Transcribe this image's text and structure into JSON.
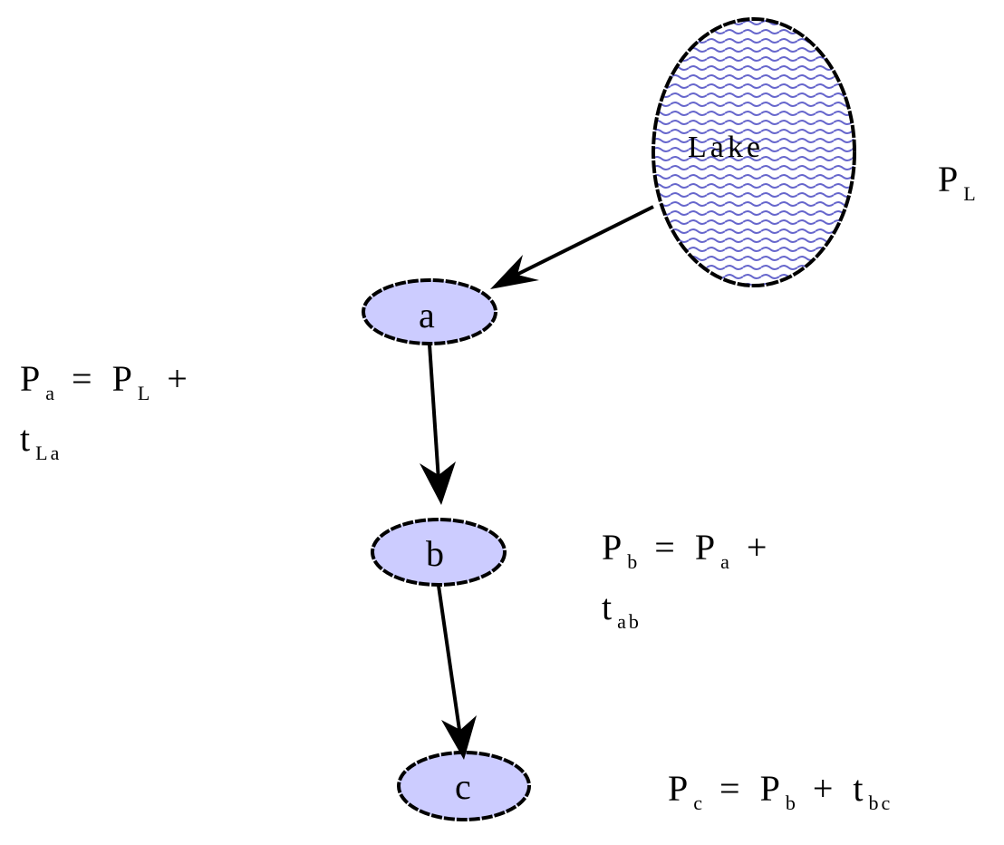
{
  "colors": {
    "node_fill": "#ccccff",
    "lake_wave": "#6666cc",
    "stroke": "#000000"
  },
  "lake": {
    "label": "Lake"
  },
  "nodes": {
    "a": {
      "label": "a"
    },
    "b": {
      "label": "b"
    },
    "c": {
      "label": "c"
    }
  },
  "equations": {
    "lake": {
      "P": "P",
      "sub": "L"
    },
    "a": {
      "line1": {
        "P": "P",
        "P_sub": "a",
        "eq": "=",
        "rhs": "P",
        "rhs_sub": "L",
        "plus": "+"
      },
      "line2": {
        "t": "t",
        "t_sub": "La"
      }
    },
    "b": {
      "line1": {
        "P": "P",
        "P_sub": "b",
        "eq": "=",
        "rhs": "P",
        "rhs_sub": "a",
        "plus": "+"
      },
      "line2": {
        "t": "t",
        "t_sub": "ab"
      }
    },
    "c": {
      "line1": {
        "P": "P",
        "P_sub": "c",
        "eq": "=",
        "rhs": "P",
        "rhs_sub": "b",
        "plus": "+",
        "t": "t",
        "t_sub": "bc"
      }
    }
  }
}
